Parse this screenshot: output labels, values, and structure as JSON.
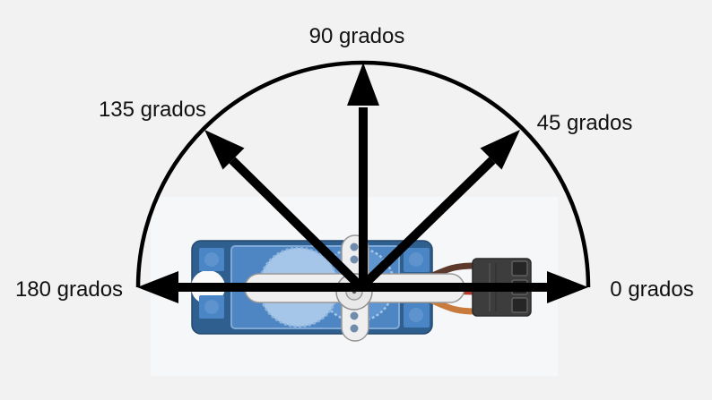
{
  "figure": {
    "type": "semicircle-angle-diagram",
    "subject": "servo motor (vista superior) con flechas de posiciones angulares",
    "unit": "grados",
    "angles": [
      {
        "value": 0,
        "label": "0 grados"
      },
      {
        "value": 45,
        "label": "45 grados"
      },
      {
        "value": 90,
        "label": "90 grados"
      },
      {
        "value": 135,
        "label": "135 grados"
      },
      {
        "value": 180,
        "label": "180 grados"
      }
    ],
    "colors": {
      "background": "#f2f2f2",
      "panel": "#f6f7f9",
      "arrow": "#000000",
      "arc": "#000000",
      "servo_frame": "#2e5f8e",
      "servo_inner": "#4d86c2",
      "servo_inner_border": "#7fa9d6",
      "flange_square": "#4a86c5",
      "flange_circle": "#5e93cd",
      "gear_light": "#a6c6e9",
      "gear_mid": "#5f95d0",
      "horn": "#efefef",
      "horn_border": "#979797",
      "horn_hole": "#6f8dab",
      "mount_notch": "#fafafa",
      "wire_brown": "#5c392b",
      "wire_red": "#b23a2c",
      "wire_orange": "#c97b3e",
      "connector": "#3d3d3d",
      "connector_pin": "#262626"
    }
  }
}
